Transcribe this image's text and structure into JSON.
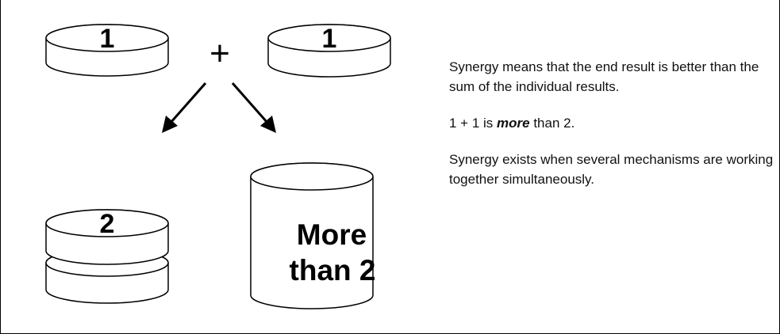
{
  "diagram": {
    "top_left_disk_label": "1",
    "plus_sign": "+",
    "top_right_disk_label": "1",
    "bottom_left_disk_label": "2",
    "bottom_right_label_line1": "More",
    "bottom_right_label_line2": "than 2"
  },
  "text": {
    "paragraph1": "Synergy means that the end result is better than the sum of the individual results.",
    "paragraph2_prefix": "1 + 1 is ",
    "paragraph2_emphasis": "more",
    "paragraph2_suffix": " than 2.",
    "paragraph3": "Synergy exists when several mechanisms are working together simultaneously."
  }
}
